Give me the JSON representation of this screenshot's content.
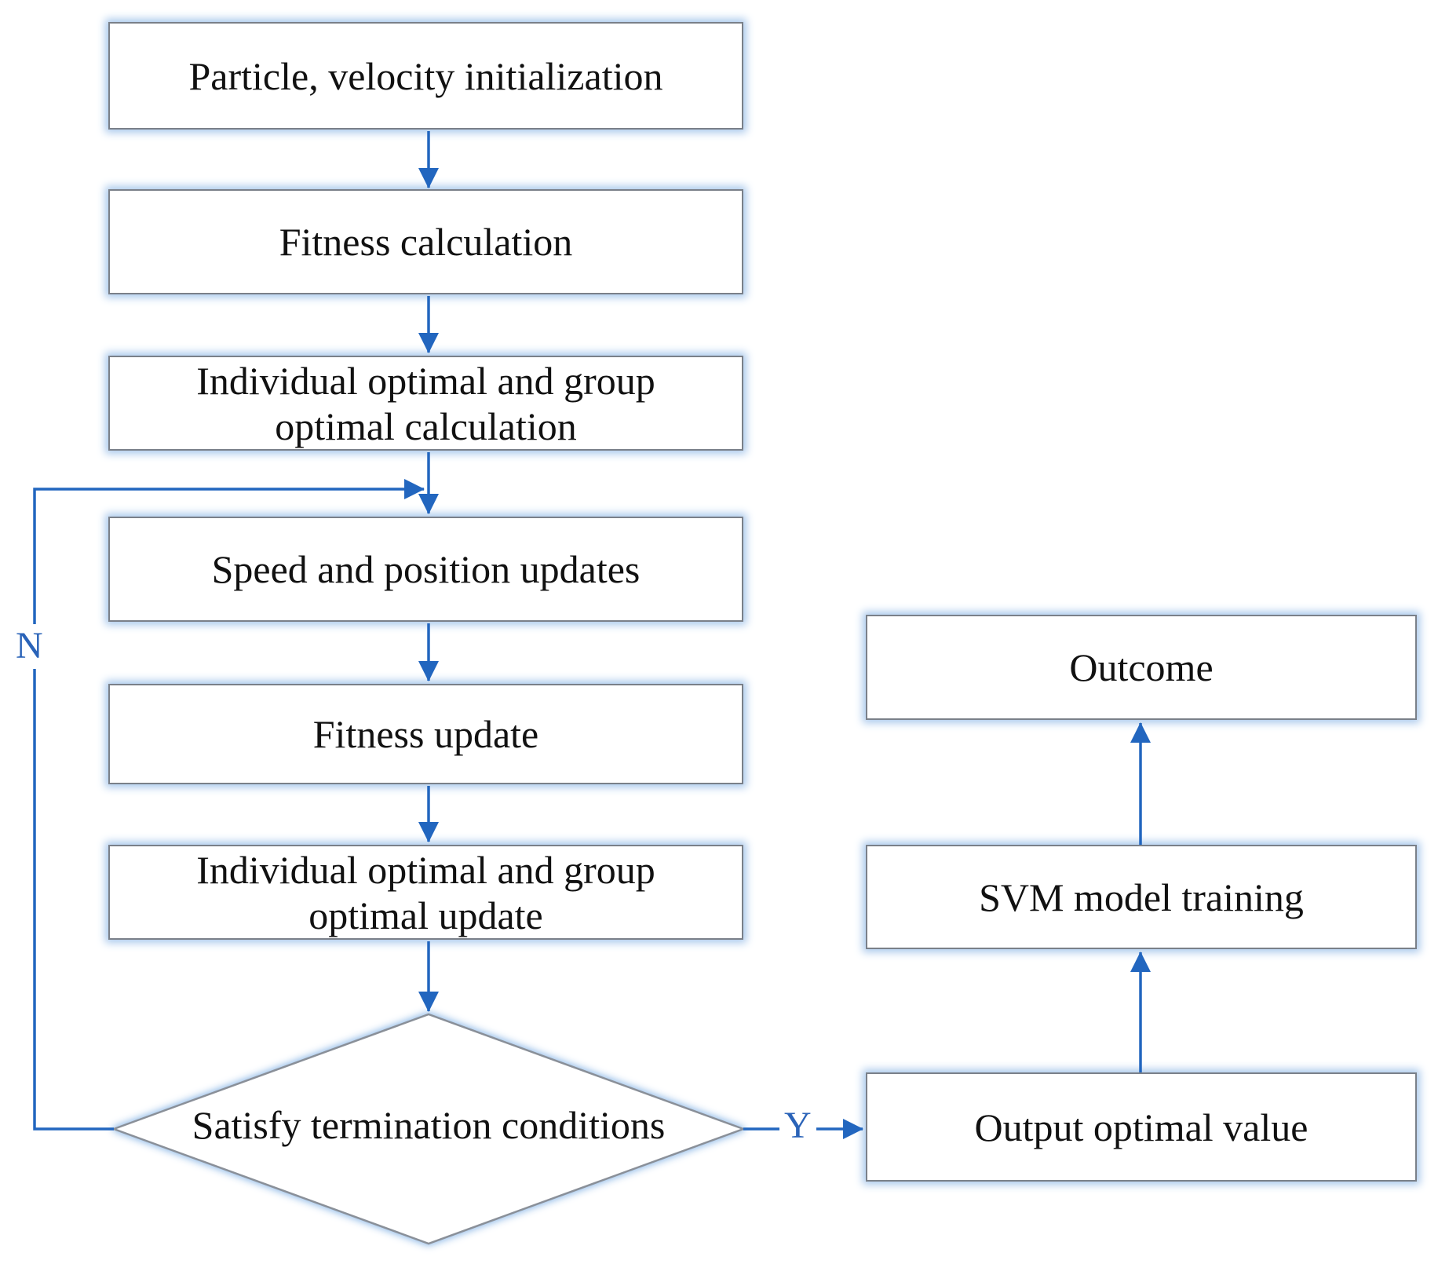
{
  "diagram": {
    "kind": "flowchart",
    "nodes": {
      "init": {
        "label": "Particle, velocity initialization",
        "shape": "rectangle"
      },
      "fitness_calc": {
        "label": "Fitness calculation",
        "shape": "rectangle"
      },
      "ind_group_calc": {
        "label": "Individual optimal and group\noptimal calculation",
        "shape": "rectangle"
      },
      "speed_pos_update": {
        "label": "Speed and position updates",
        "shape": "rectangle"
      },
      "fitness_update": {
        "label": "Fitness update",
        "shape": "rectangle"
      },
      "ind_group_update": {
        "label": "Individual optimal and group\noptimal update",
        "shape": "rectangle"
      },
      "terminate": {
        "label": "Satisfy termination conditions",
        "shape": "diamond"
      },
      "output_value": {
        "label": "Output optimal value",
        "shape": "rectangle"
      },
      "svm_training": {
        "label": "SVM model training",
        "shape": "rectangle"
      },
      "outcome": {
        "label": "Outcome",
        "shape": "rectangle"
      }
    },
    "connector_labels": {
      "no": "N",
      "yes": "Y"
    },
    "edges": [
      {
        "from": "init",
        "to": "fitness_calc"
      },
      {
        "from": "fitness_calc",
        "to": "ind_group_calc"
      },
      {
        "from": "ind_group_calc",
        "to": "speed_pos_update"
      },
      {
        "from": "speed_pos_update",
        "to": "fitness_update"
      },
      {
        "from": "fitness_update",
        "to": "ind_group_update"
      },
      {
        "from": "ind_group_update",
        "to": "terminate"
      },
      {
        "from": "terminate",
        "to": "speed_pos_update",
        "label": "N"
      },
      {
        "from": "terminate",
        "to": "output_value",
        "label": "Y"
      },
      {
        "from": "output_value",
        "to": "svm_training"
      },
      {
        "from": "svm_training",
        "to": "outcome"
      }
    ],
    "colors": {
      "arrow": "#2266bf",
      "branch_label_text": "#2a63b8",
      "node_border": "#7a8089",
      "node_glow": "#aac9ec",
      "node_fill": "#ffffff",
      "text": "#111111",
      "background": "#ffffff"
    }
  }
}
